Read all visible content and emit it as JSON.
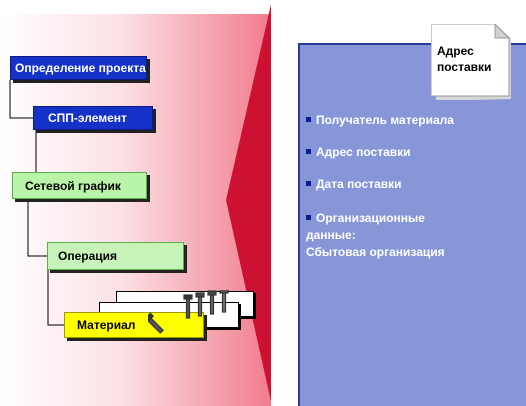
{
  "hierarchy": {
    "project_definition": "Определение проекта",
    "wbs_element": "СПП-элемент",
    "network": "Сетевой график",
    "operation": "Операция",
    "material": "Материал"
  },
  "icons": {
    "material": "screw-components-icon"
  },
  "colors": {
    "accent_blue": "#1432c8",
    "network_green": "#b9f5a8",
    "material_yellow": "#ffff00",
    "panel_blue": "#8696d6",
    "wedge_red": "#cc1133"
  },
  "note": {
    "line1": "Адрес",
    "line2": "поставки"
  },
  "panel": {
    "items": [
      {
        "text": "Получатель материала"
      },
      {
        "text": "Адрес поставки"
      },
      {
        "text": "Дата поставки"
      }
    ],
    "org": {
      "line1": "Организационные",
      "line2": "данные:",
      "line3": "Сбытовая организация"
    }
  }
}
